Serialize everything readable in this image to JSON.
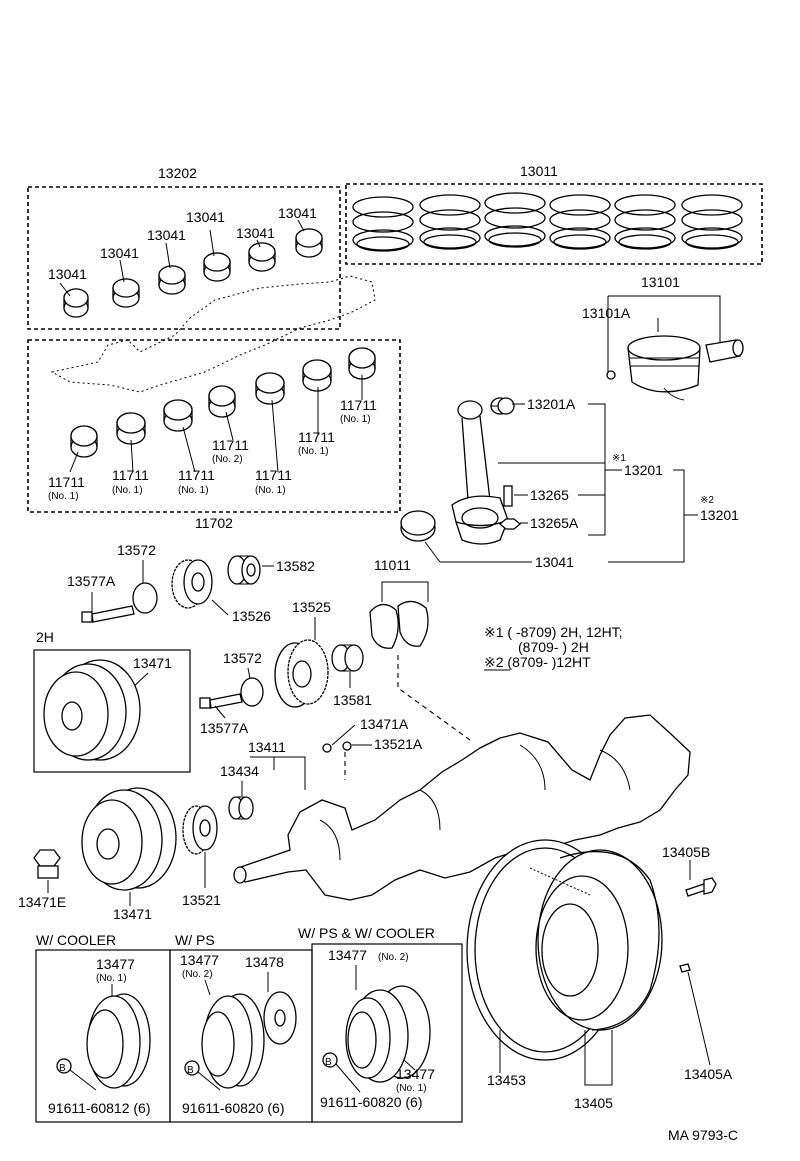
{
  "labels": {
    "ring_set": "13011",
    "bearing_set_upper": "13202",
    "rod_bearing": "13041",
    "main_bearing": "11711",
    "main_bearing_set": "11702",
    "no1": "(No. 1)",
    "no2": "(No. 2)",
    "piston": "13101",
    "piston_pin": "13101A",
    "rod_bushing": "13201A",
    "rod_sub_assy": "13201",
    "rod_bolt": "13265",
    "rod_nut": "13265A",
    "star1": "※1",
    "star2": "※2",
    "thrust_washer": "11011",
    "gear_13572": "13572",
    "bolt_13577a": "13577A",
    "gear_13526": "13526",
    "gear_13582": "13582",
    "gear_13525": "13525",
    "bearing_13581": "13581",
    "pulley_13471": "13471",
    "key_13471a": "13471A",
    "key_13521a": "13521A",
    "crankshaft": "13411",
    "spacer_13434": "13434",
    "gear_13521": "13521",
    "bolt_13471e": "13471E",
    "bolt_13405b": "13405B",
    "flywheel": "13405",
    "ring_gear": "13453",
    "pin_13405a": "13405A",
    "pulley_13477": "13477",
    "pulley_13478": "13478",
    "bolt_b": "B",
    "bolt_60812": "91611-60812 (6)",
    "bolt_60820": "91611-60820 (6)",
    "section_2h": "2H",
    "section_cooler": "W/ COOLER",
    "section_ps": "W/ PS",
    "section_ps_cooler": "W/ PS & W/ COOLER",
    "note1_line1": "※1  (         -8709) 2H, 12HT;",
    "note1_line2": "(8709-           ) 2H",
    "note2_line": "※2  (8709-           )12HT",
    "catalog_code": "MA  9793-C"
  }
}
